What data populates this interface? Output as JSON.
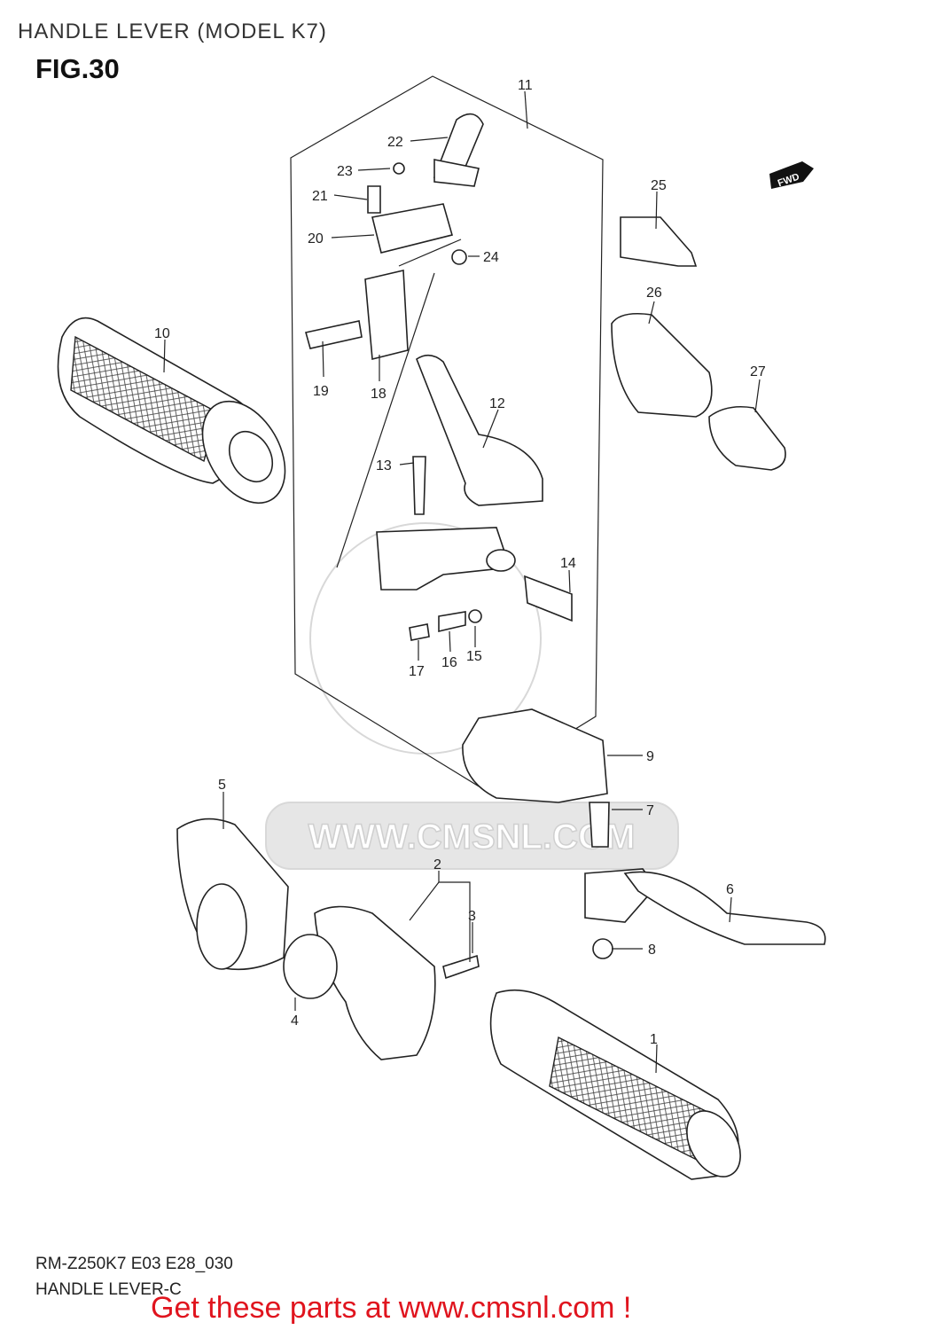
{
  "header": {
    "title": "HANDLE LEVER (MODEL K7)",
    "fig_label": "FIG.30"
  },
  "footer": {
    "model_code": "RM-Z250K7 E03 E28_030",
    "caption": "HANDLE LEVER-C",
    "promo": "Get these parts at www.cmsnl.com !"
  },
  "watermark": {
    "url": "WWW.CMSNL.COM"
  },
  "fwd_tag": "FWD",
  "parts": [
    {
      "num": "1"
    },
    {
      "num": "2"
    },
    {
      "num": "3"
    },
    {
      "num": "4"
    },
    {
      "num": "5"
    },
    {
      "num": "6"
    },
    {
      "num": "7"
    },
    {
      "num": "8"
    },
    {
      "num": "9"
    },
    {
      "num": "10"
    },
    {
      "num": "11"
    },
    {
      "num": "12"
    },
    {
      "num": "13"
    },
    {
      "num": "14"
    },
    {
      "num": "15"
    },
    {
      "num": "16"
    },
    {
      "num": "17"
    },
    {
      "num": "18"
    },
    {
      "num": "19"
    },
    {
      "num": "20"
    },
    {
      "num": "21"
    },
    {
      "num": "22"
    },
    {
      "num": "23"
    },
    {
      "num": "24"
    },
    {
      "num": "25"
    },
    {
      "num": "26"
    },
    {
      "num": "27"
    }
  ],
  "colors": {
    "promo": "#e0141e",
    "line": "#222222",
    "watermark": "#e6e6e6"
  }
}
